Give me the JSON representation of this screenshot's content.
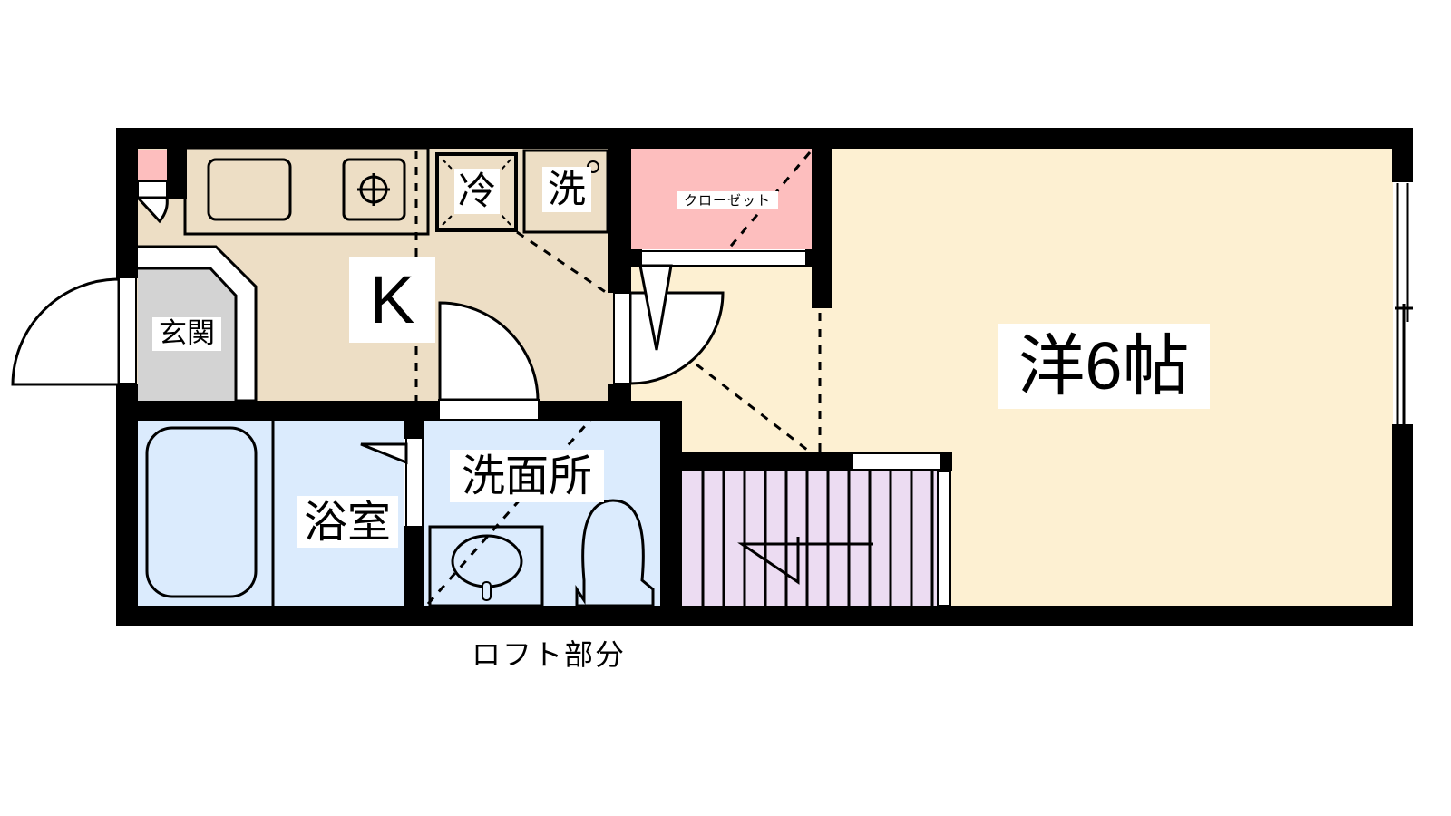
{
  "floorplan": {
    "colors": {
      "wall": "#000000",
      "kitchen": "#eddec5",
      "western_room": "#fdf0d2",
      "entrance": "#d3d3d3",
      "bath": "#dbebfd",
      "closet": "#fdbebe",
      "stairs": "#ecdcf2",
      "pink_box": "#fdbebe"
    },
    "rooms": {
      "kitchen": {
        "label": "K"
      },
      "entrance": {
        "label": "玄関"
      },
      "fridge": {
        "label": "冷"
      },
      "washer": {
        "label": "洗"
      },
      "closet": {
        "label": "クローゼット"
      },
      "western_room": {
        "label": "洋6帖"
      },
      "bathroom": {
        "label": "浴室"
      },
      "washroom": {
        "label": "洗面所"
      }
    },
    "caption": "ロフト部分"
  }
}
